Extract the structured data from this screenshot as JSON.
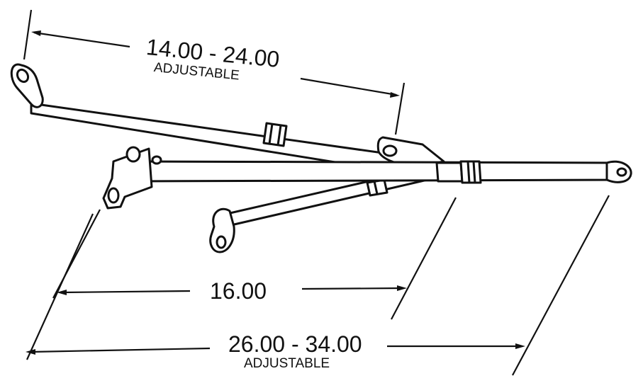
{
  "dimensions": {
    "top": {
      "value": "14.00 - 24.00",
      "note": "ADJUSTABLE"
    },
    "middle": {
      "value": "16.00"
    },
    "bottom": {
      "value": "26.00 - 34.00",
      "note": "ADJUSTABLE"
    }
  },
  "colors": {
    "line": "#111111",
    "fill": "#ffffff"
  }
}
